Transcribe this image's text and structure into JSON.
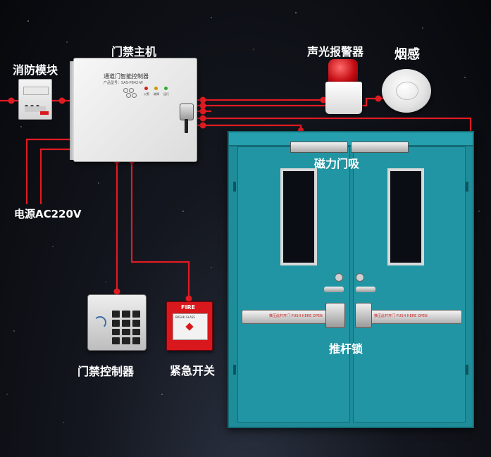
{
  "labels": {
    "fire_module": "消防模块",
    "controller_host": "门禁主机",
    "alarm": "声光报警器",
    "smoke": "烟感",
    "power": "电源AC220V",
    "maglock": "磁力门吸",
    "access_keypad": "门禁控制器",
    "emergency_switch": "紧急开关",
    "push_bar": "推杆锁"
  },
  "device_text": {
    "controller_title": "通道门智能控制器",
    "controller_model": "产品型号：SAS-P842-W",
    "controller_leds": [
      "火警",
      "故障",
      "运行"
    ],
    "fire_box_title": "FIRE",
    "fire_box_sub": "BREAK GLASS",
    "push_bar_text": "推压此杆开门 PUSH HERE OPEN"
  },
  "colors": {
    "wire": "#e01b22",
    "door": "#1f8c99",
    "door_dark": "#156a75",
    "fire_red": "#d8181c"
  }
}
